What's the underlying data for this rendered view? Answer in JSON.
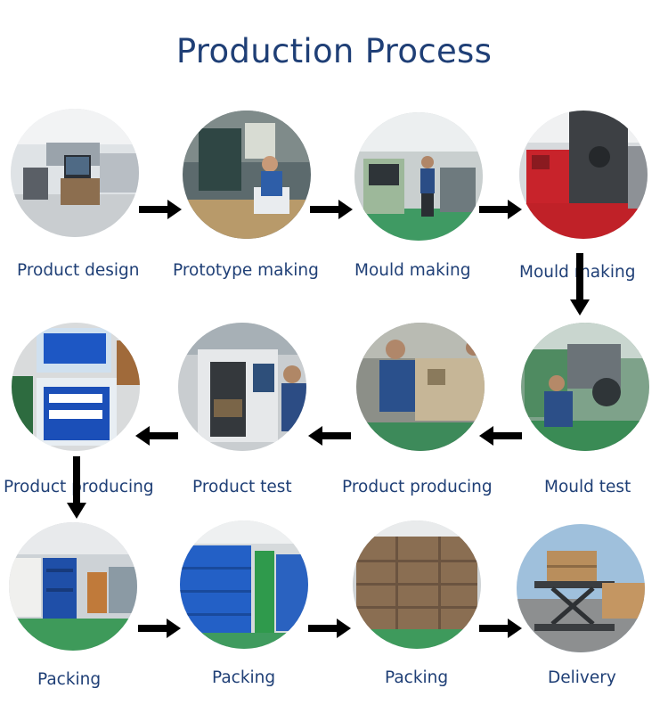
{
  "title": "Production Process",
  "steps": [
    {
      "label": "Product design",
      "icon": "office-workstation-photo"
    },
    {
      "label": "Prototype making",
      "icon": "workbench-worker-photo"
    },
    {
      "label": "Mould making",
      "icon": "cnc-machine-worker-photo"
    },
    {
      "label": "Mould making",
      "icon": "mould-press-machine-photo"
    },
    {
      "label": "Mould test",
      "icon": "injection-machine-worker-photo"
    },
    {
      "label": "Product producing",
      "icon": "assembly-workers-photo"
    },
    {
      "label": "Product test",
      "icon": "test-machine-photo"
    },
    {
      "label": "Product producing",
      "icon": "product-bins-photo"
    },
    {
      "label": "Packing",
      "icon": "crates-line-photo"
    },
    {
      "label": "Packing",
      "icon": "stacked-crates-photo"
    },
    {
      "label": "Packing",
      "icon": "cartons-pallet-photo"
    },
    {
      "label": "Delivery",
      "icon": "cargo-loader-photo"
    }
  ],
  "colors": {
    "title": "#1f3f76",
    "label": "#1f3f76",
    "arrow": "#000000"
  }
}
